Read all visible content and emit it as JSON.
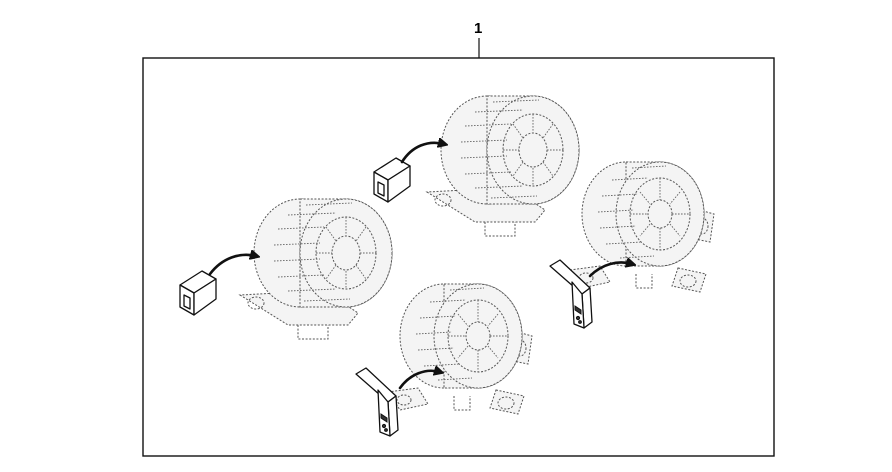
{
  "figure": {
    "callout_number": "1",
    "colors": {
      "line": "#111111",
      "ghost": "#555555",
      "background": "#ffffff"
    },
    "assemblies": [
      {
        "part": "angle-bracket",
        "target": "dashed-alternator-housing",
        "position": "top-center"
      },
      {
        "part": "angle-bracket",
        "target": "dashed-alternator-housing",
        "position": "middle-left"
      },
      {
        "part": "tapered-bracket",
        "target": "dashed-alternator-housing",
        "position": "bottom-center"
      },
      {
        "part": "tapered-bracket",
        "target": "dashed-alternator-housing",
        "position": "right"
      }
    ]
  }
}
